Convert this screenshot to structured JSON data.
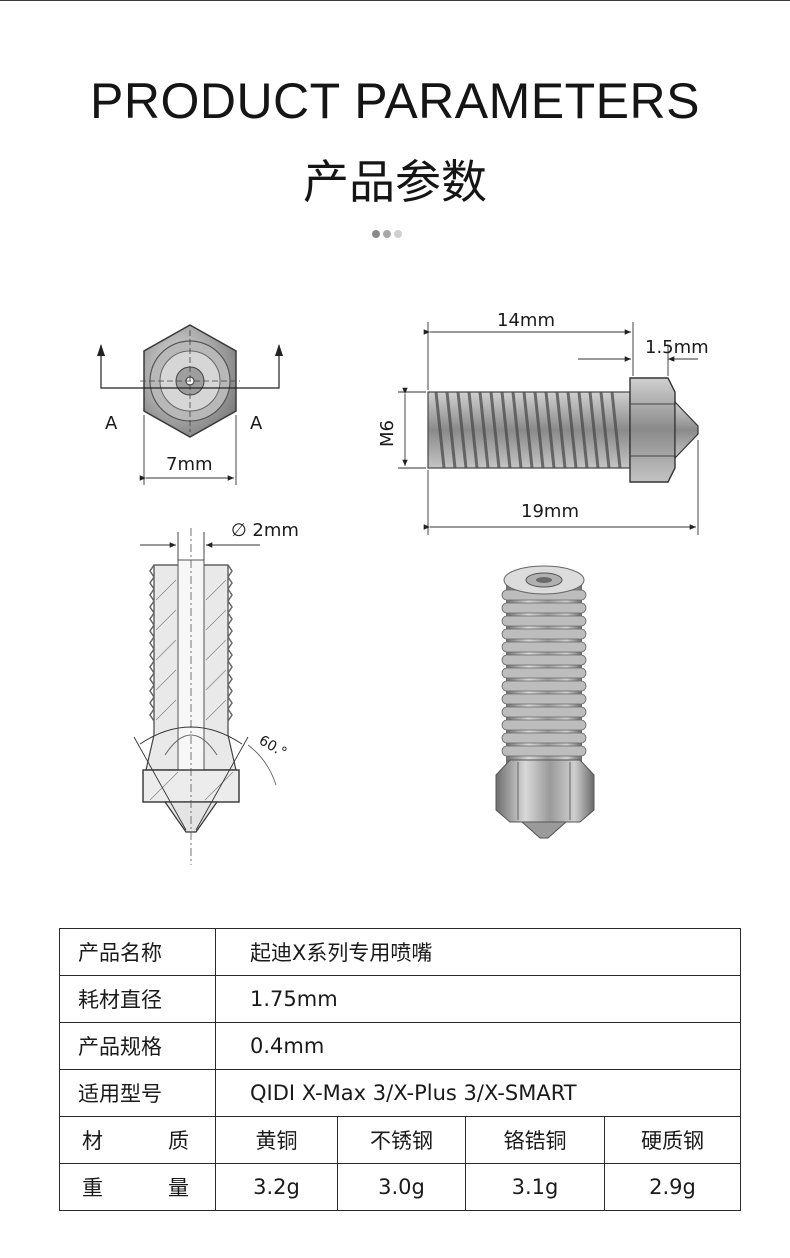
{
  "header": {
    "title_en": "PRODUCT PARAMETERS",
    "title_cn": "产品参数"
  },
  "drawing": {
    "section_label_left": "A",
    "section_label_right": "A",
    "hex_width": "7mm",
    "length_thread": "14mm",
    "length_tip": "1.5mm",
    "thread_size": "M6",
    "length_total": "19mm",
    "bore_diameter": "∅ 2mm",
    "cone_angle": "60.°"
  },
  "table": {
    "rows": [
      {
        "label": "产品名称",
        "value": "起迪X系列专用喷嘴"
      },
      {
        "label": "耗材直径",
        "value": "1.75mm"
      },
      {
        "label": "产品规格",
        "value": "0.4mm"
      },
      {
        "label": "适用型号",
        "value": "QIDI X-Max 3/X-Plus 3/X-SMART"
      }
    ],
    "material_label": [
      "材",
      "质"
    ],
    "weight_label": [
      "重",
      "量"
    ],
    "materials": [
      "黄铜",
      "不锈钢",
      "铬锆铜",
      "硬质钢"
    ],
    "weights": [
      "3.2g",
      "3.0g",
      "3.1g",
      "2.9g"
    ]
  }
}
